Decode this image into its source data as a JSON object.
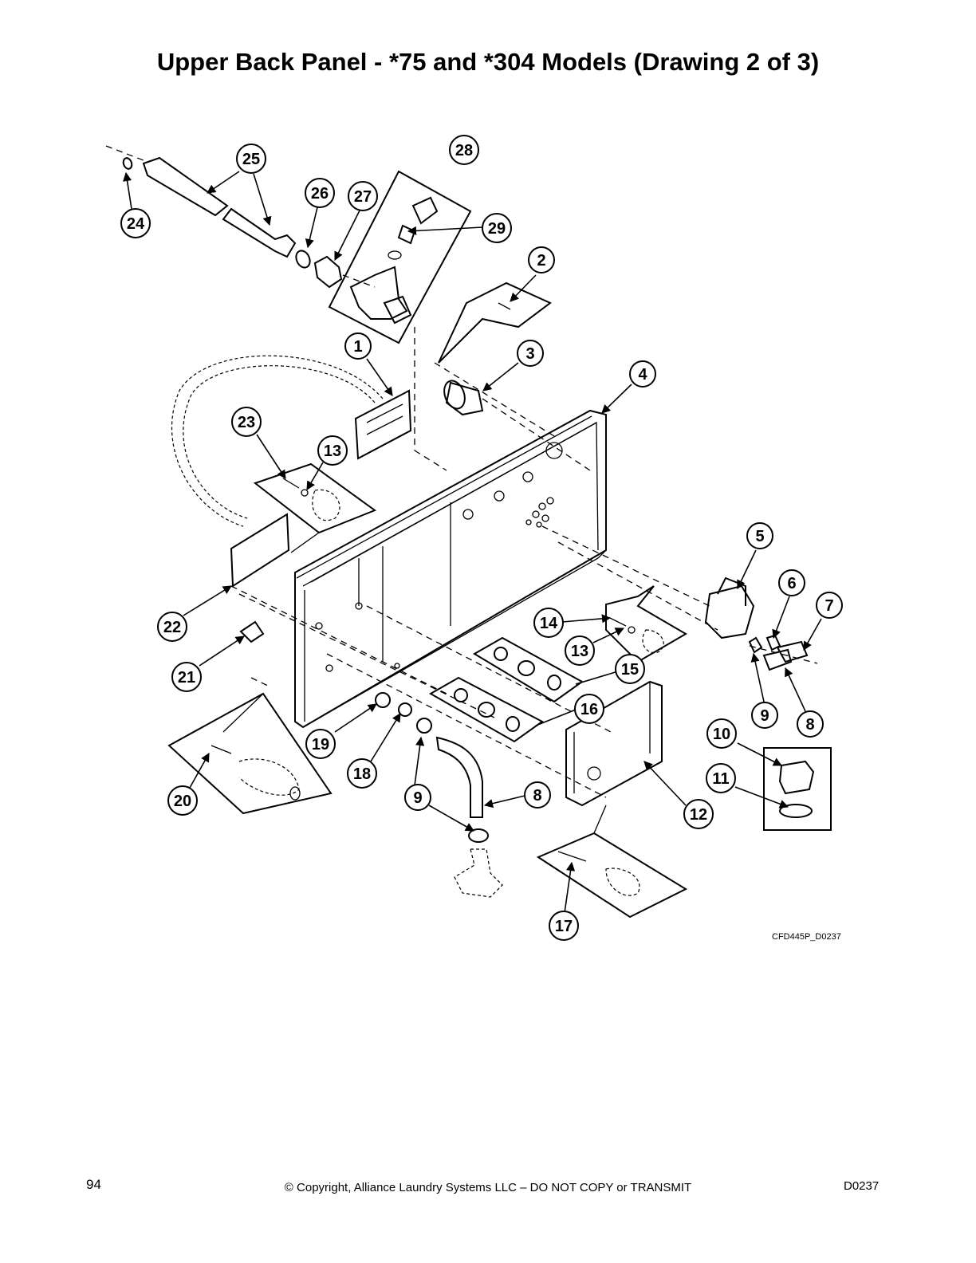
{
  "title": "Upper Back Panel - *75 and *304 Models (Drawing 2 of 3)",
  "drawing_id": "CFD445P_D0237",
  "footer": {
    "page_number": "94",
    "copyright": "© Copyright, Alliance Laundry Systems LLC – DO NOT COPY or TRANSMIT",
    "doc_code": "D0237"
  },
  "callouts": [
    "1",
    "2",
    "3",
    "4",
    "5",
    "6",
    "7",
    "8",
    "9",
    "10",
    "11",
    "12",
    "13",
    "13",
    "14",
    "15",
    "16",
    "17",
    "18",
    "19",
    "20",
    "21",
    "22",
    "23",
    "24",
    "25",
    "26",
    "27",
    "28",
    "29",
    "8",
    "9"
  ]
}
